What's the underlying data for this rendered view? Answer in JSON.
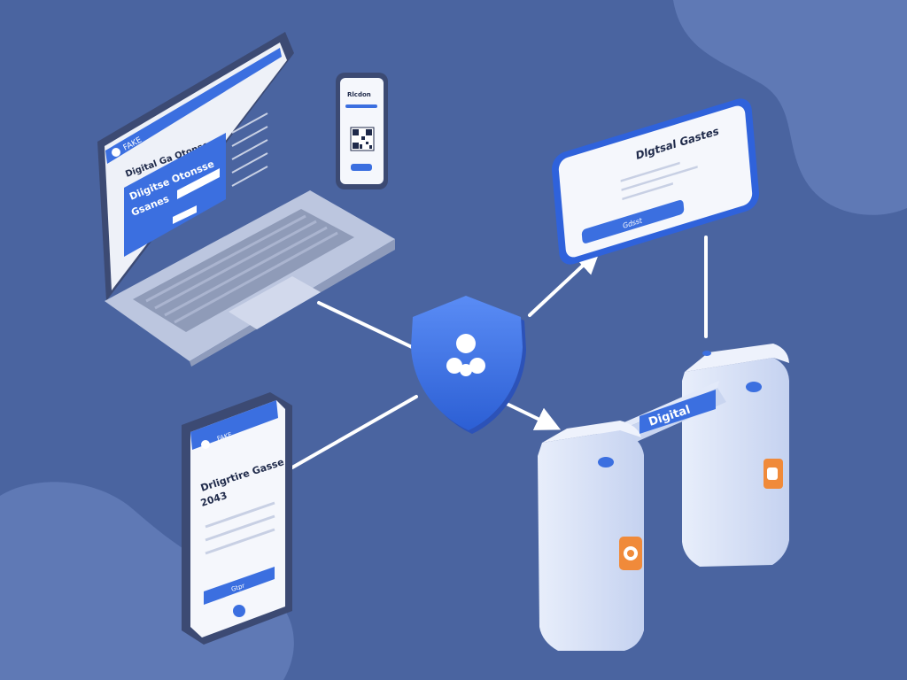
{
  "colors": {
    "background": "#4a64a0",
    "blob": "#5f79b5",
    "device_frame": "#3c4a73",
    "accent": "#3b6fe0",
    "screen": "#f5f7fc",
    "gate": "#dfe6f8",
    "orange": "#f08a3a",
    "arrow": "#ffffff"
  },
  "laptop": {
    "brand": "FAKE",
    "heading": "Digital Ga Otonse",
    "banner_line1": "Diigitse Otonsse",
    "banner_line2": "Gsanes"
  },
  "qr_phone": {
    "title": "Rlcdon"
  },
  "tilted_phone": {
    "title": "Dlgtsal Gastes",
    "button": "Gdsst"
  },
  "left_phone": {
    "brand": "FAKE",
    "title_line1": "Drligrtire Gasse",
    "title_line2": "2043",
    "button": "Gtpr"
  },
  "gate": {
    "sign": "Digital"
  }
}
